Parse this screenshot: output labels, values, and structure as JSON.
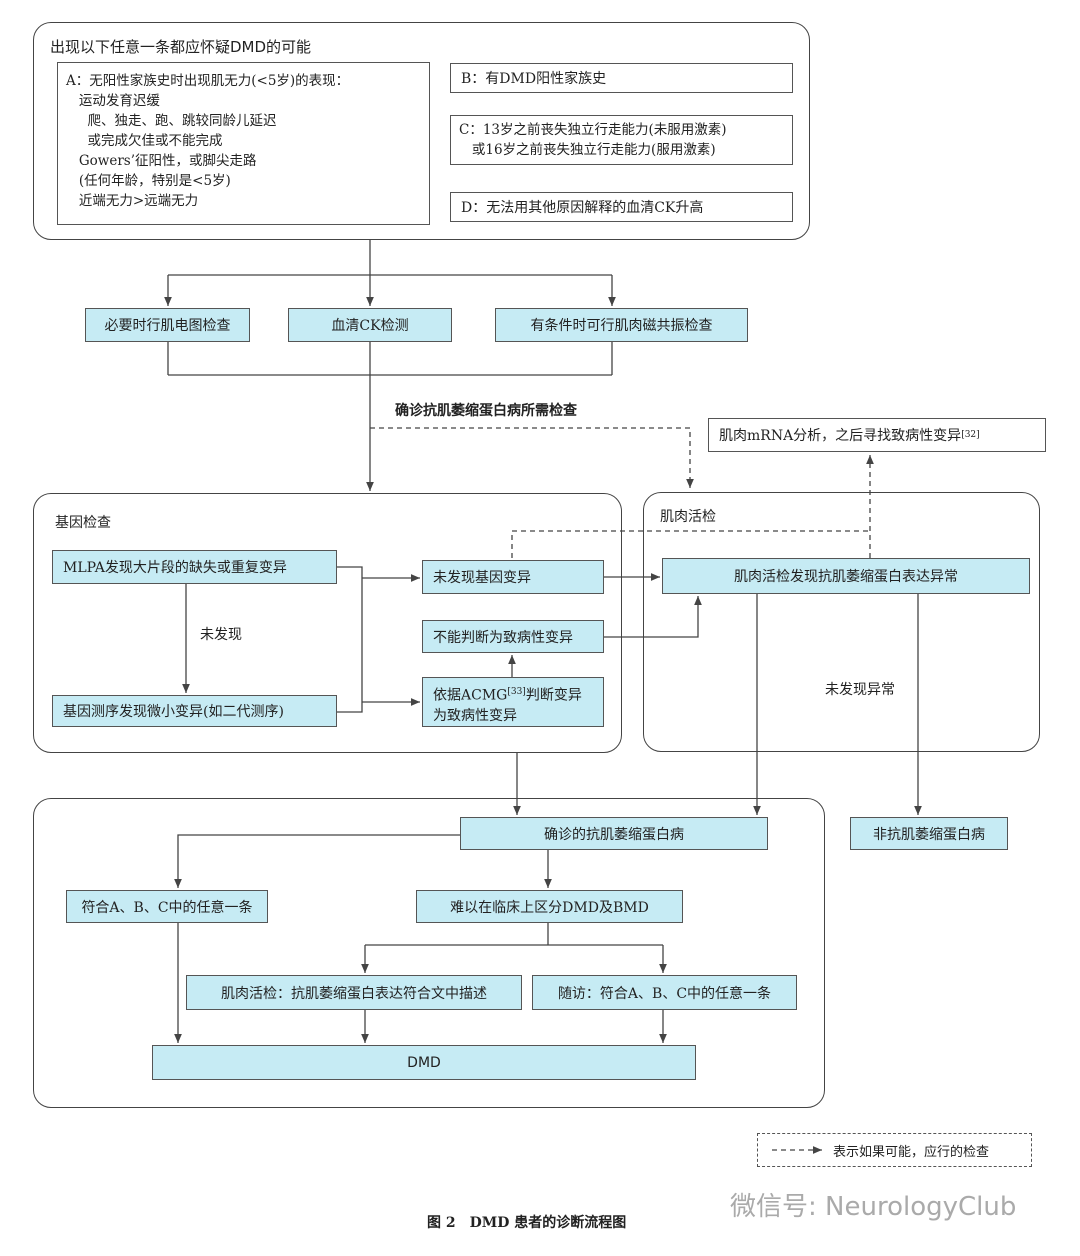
{
  "suspect": {
    "title": "出现以下任意一条都应怀疑DMD的可能",
    "a_lines": [
      "A：无阳性家族史时出现肌无力(<5岁)的表现：",
      "   运动发育迟缓",
      "     爬、独走、跑、跳较同龄儿延迟",
      "     或完成欠佳或不能完成",
      "   Gowers’征阳性，或脚尖走路",
      "   (任何年龄，特别是<5岁)",
      "   近端无力>远端无力"
    ],
    "b": "B：有DMD阳性家族史",
    "c_lines": [
      "C：13岁之前丧失独立行走能力(未服用激素)",
      "   或16岁之前丧失独立行走能力(服用激素)"
    ],
    "d": "D：无法用其他原因解释的血清CK升高"
  },
  "tests": {
    "emg": "必要时行肌电图检查",
    "ck": "血清CK检测",
    "mri": "有条件时可行肌肉磁共振检查"
  },
  "confirm_label": "确诊抗肌萎缩蛋白病所需检查",
  "mrna": "肌肉mRNA分析，之后寻找致病性变异",
  "mrna_ref": "[32]",
  "genetic": {
    "title": "基因检查",
    "mlpa": "MLPA发现大片段的缺失或重复变异",
    "not_found": "未发现",
    "seq": "基因测序发现微小变异(如二代测序)",
    "no_variant": "未发现基因变异",
    "uncertain": "不能判断为致病性变异",
    "acmg_a": "依据ACMG",
    "acmg_ref": "[33]",
    "acmg_b": "判断变异",
    "acmg_c": "为致病性变异"
  },
  "biopsy": {
    "title": "肌肉活检",
    "abnormal": "肌肉活检发现抗肌萎缩蛋白表达异常",
    "no_abnormal": "未发现异常"
  },
  "non": "非抗肌萎缩蛋白病",
  "dx": {
    "confirmed": "确诊的抗肌萎缩蛋白病",
    "abc": "符合A、B、C中的任意一条",
    "hard": "难以在临床上区分DMD及BMD",
    "biopsy_desc": "肌肉活检：抗肌萎缩蛋白表达符合文中描述",
    "followup": "随访：符合A、B、C中的任意一条",
    "dmd": "DMD"
  },
  "legend": "表示如果可能，应行的检查",
  "caption": "图 2　DMD 患者的诊断流程图",
  "watermark": "微信号: NeurologyClub",
  "colors": {
    "box_fill": "#c6ebf4",
    "line": "#444444"
  }
}
